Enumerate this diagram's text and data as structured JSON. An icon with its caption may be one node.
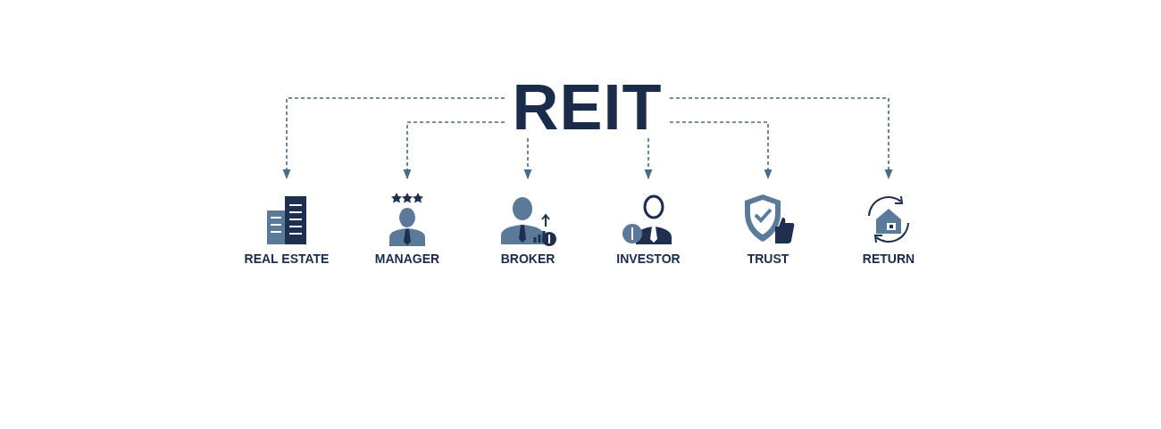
{
  "diagram": {
    "nodes": [
      {
        "text": [
          "REIT"
        ]
      },
      {
        "text": [
          "REAL ESTATE"
        ]
      },
      {
        "text": [
          "MANAGER"
        ]
      },
      {
        "text": [
          "BROKER"
        ]
      },
      {
        "text": [
          "INVESTOR"
        ]
      },
      {
        "text": [
          "TRUST"
        ]
      },
      {
        "text": [
          "RETURN"
        ]
      }
    ],
    "edges": [
      {
        "from": 0,
        "to": 1,
        "arrow": "to",
        "style": "dashed"
      },
      {
        "from": 0,
        "to": 2,
        "arrow": "to",
        "style": "dashed"
      },
      {
        "from": 0,
        "to": 3,
        "arrow": "to",
        "style": "dashed"
      },
      {
        "from": 0,
        "to": 4,
        "arrow": "to",
        "style": "dashed"
      },
      {
        "from": 0,
        "to": 5,
        "arrow": "to",
        "style": "dashed"
      },
      {
        "from": 0,
        "to": 6,
        "arrow": "to",
        "style": "dashed"
      }
    ]
  }
}
